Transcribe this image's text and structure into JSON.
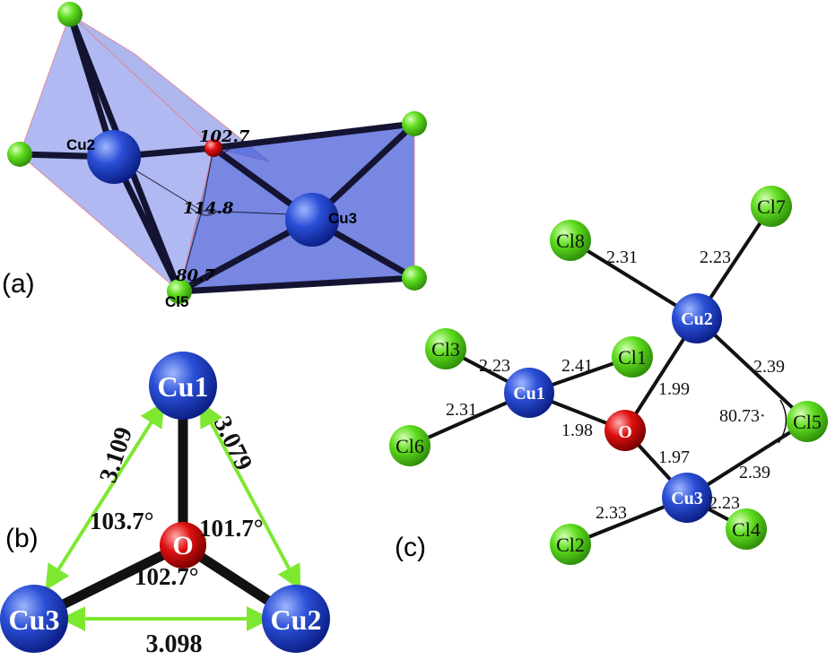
{
  "panel_labels": {
    "a": "(a)",
    "b": "(b)",
    "c": "(c)"
  },
  "panel_a": {
    "atoms": {
      "cu2": "Cu2",
      "cu3": "Cu3",
      "cl5": "Cl5"
    },
    "angles": {
      "a1": "102.7",
      "a2": "114.8",
      "a3": "80.7"
    }
  },
  "panel_b": {
    "atoms": {
      "cu1": "Cu1",
      "cu2": "Cu2",
      "cu3": "Cu3",
      "o": "O"
    },
    "distances": {
      "cu1_cu3": "3.109",
      "cu1_cu2": "3.079",
      "cu2_cu3": "3.098"
    },
    "angles": {
      "left": "103.7°",
      "right": "101.7°",
      "bottom": "102.7°"
    }
  },
  "panel_c": {
    "atoms": {
      "cu1": "Cu1",
      "cu2": "Cu2",
      "cu3": "Cu3",
      "o": "O",
      "cl1": "Cl1",
      "cl2": "Cl2",
      "cl3": "Cl3",
      "cl4": "Cl4",
      "cl5": "Cl5",
      "cl6": "Cl6",
      "cl7": "Cl7",
      "cl8": "Cl8"
    },
    "bonds": {
      "cl8_cu2": "2.31",
      "cl7_cu2": "2.23",
      "cu2_cl5": "2.39",
      "cu2_o": "1.99",
      "cl3_cu1": "2.23",
      "cl1_cu1": "2.41",
      "cl6_cu1": "2.31",
      "cu1_o": "1.98",
      "o_cu3": "1.97",
      "cu3_cl5": "2.39",
      "cu3_cl4": "2.23",
      "cl2_cu3": "2.33"
    },
    "angle": "80.73·"
  },
  "colors": {
    "copper": "#2a4fd6",
    "oxygen": "#e01010",
    "chlorine": "#5fdc1e",
    "polyhedron": "#4a5fd8",
    "distance_arrow": "#7ee830"
  }
}
